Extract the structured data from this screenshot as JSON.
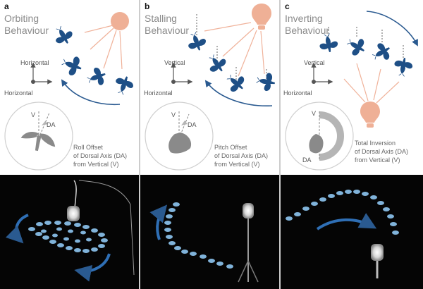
{
  "panels": [
    {
      "letter": "a",
      "title_line1": "Orbiting",
      "title_line2": "Behaviour",
      "axis_top": "Horizontal",
      "axis_left": "Horizontal",
      "caption_line1": "Roll Offset",
      "caption_line2": "of Dorsal Axis (DA)",
      "caption_line3": "from Vertical (V)",
      "dial_v": "V",
      "dial_da": "DA"
    },
    {
      "letter": "b",
      "title_line1": "Stalling",
      "title_line2": "Behaviour",
      "axis_top": "Vertical",
      "axis_left": "Horizontal",
      "caption_line1": "Pitch Offset",
      "caption_line2": "of Dorsal Axis (DA)",
      "caption_line3": "from Vertical (V)",
      "dial_v": "V",
      "dial_da": "DA"
    },
    {
      "letter": "c",
      "title_line1": "Inverting",
      "title_line2": "Behaviour",
      "axis_top": "Vertical",
      "axis_left": "Horizontal",
      "caption_line1": "Total Inversion",
      "caption_line2": "of Dorsal Axis (DA)",
      "caption_line3": "from Vertical (V)",
      "dial_v": "V",
      "dial_da": "DA"
    }
  ],
  "colors": {
    "moth": "#1e4f86",
    "arrow": "#2a5a90",
    "light": "#efb096",
    "ray": "#f0b29a",
    "dial_gray": "#8a8a8a",
    "dial_arc": "#b5b5b5",
    "photo_bg": "#050505",
    "trail": "#8ec6f2"
  }
}
